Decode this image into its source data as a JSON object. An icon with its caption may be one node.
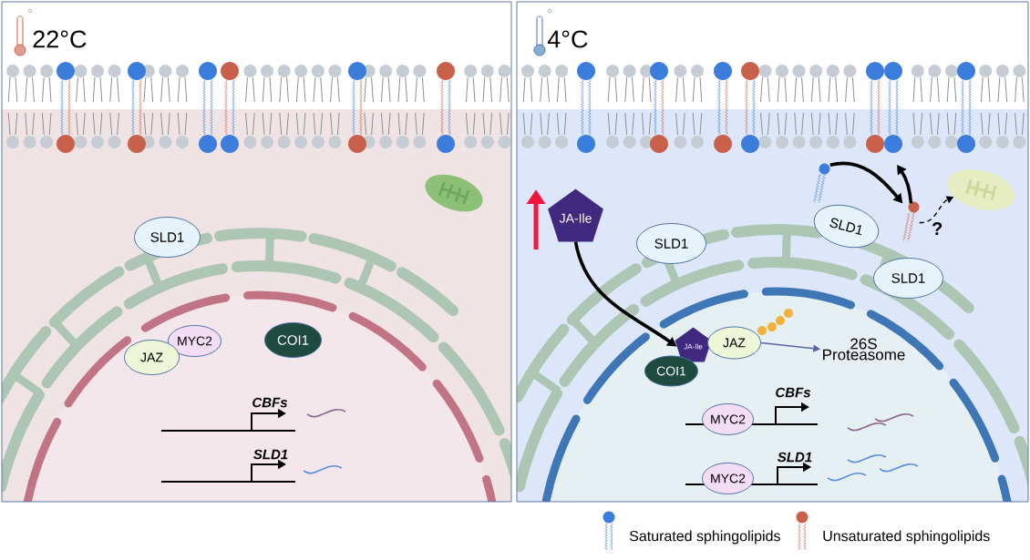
{
  "diagram": {
    "nodes": [
      {
        "text": [
          "22°C"
        ]
      },
      {
        "text": [
          "SLD1"
        ],
        "in": 0
      },
      {
        "text": [
          "MYC2"
        ],
        "in": 0
      },
      {
        "text": [
          "JAZ"
        ],
        "in": 0
      },
      {
        "text": [
          "COI1"
        ],
        "in": 0
      },
      {
        "text": [
          "4°C"
        ]
      },
      {
        "text": [
          "JA-Ile"
        ],
        "in": 5
      },
      {
        "text": [
          "SLD1"
        ],
        "in": 5
      },
      {
        "text": [
          "SLD1"
        ],
        "in": 5
      },
      {
        "text": [
          "SLD1"
        ],
        "in": 5
      },
      {
        "text": [
          "JA-Ile"
        ],
        "in": 5
      },
      {
        "text": [
          "JAZ"
        ],
        "in": 5
      },
      {
        "text": [
          "COI1"
        ],
        "in": 5
      },
      {
        "text": [
          "26S Proteasome"
        ],
        "in": 5
      },
      {
        "text": [
          "MYC2"
        ],
        "in": 5
      },
      {
        "text": [
          "MYC2"
        ],
        "in": 5
      },
      {
        "text": [],
        "shape": "picture",
        "in": 5
      },
      {
        "text": [],
        "shape": "picture",
        "in": 5
      },
      {
        "text": [],
        "shape": "picture",
        "in": 5
      }
    ],
    "edges": [
      {
        "from": 6,
        "to": 10,
        "arrow": "to"
      },
      {
        "from": 11,
        "to": 13,
        "arrow": "to",
        "color": "#5a63a8"
      },
      {
        "from": 16,
        "to": 17,
        "arrow": "to"
      },
      {
        "from": 17,
        "to": null,
        "arrow": "to"
      },
      {
        "from": 17,
        "to": 18,
        "arrow": "to",
        "style": "dashed",
        "label": "?"
      }
    ],
    "labels": [
      "CBFs",
      "SLD1",
      "CBFs",
      "SLD1"
    ],
    "legend": [
      {
        "text": "Saturated sphingolipids"
      },
      {
        "text": "Unsaturated sphingolipids"
      }
    ]
  }
}
